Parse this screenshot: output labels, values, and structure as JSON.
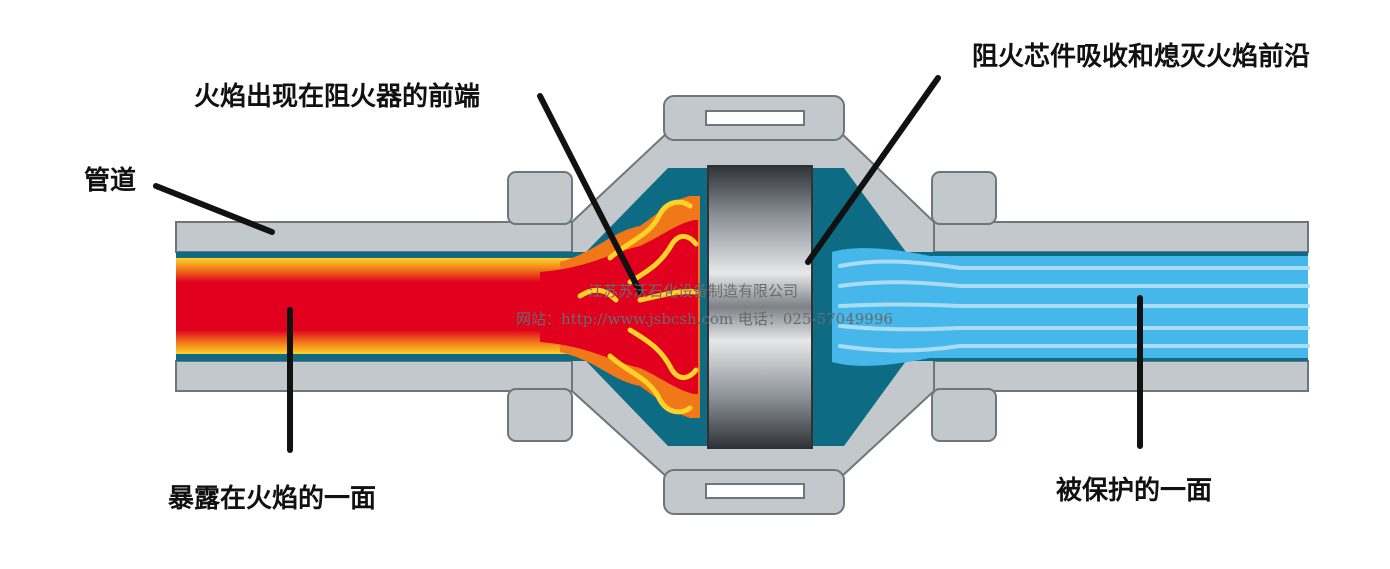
{
  "labels": {
    "pipe": "管道",
    "flame_front_arrives": "火焰出现在阻火器的前端",
    "element_absorbs": "阻火芯件吸收和熄灭火焰前沿",
    "exposed_side": "暴露在火焰的一面",
    "protected_side": "被保护的一面"
  },
  "watermark": {
    "company": "江苏苏沃石化设备制造有限公司",
    "contact": "网站：http://www.jsbcsh.com 电话：025-57049996"
  },
  "colors": {
    "metal": "#c3c8cc",
    "metal_outline": "#6f767b",
    "flame_core": "#e1001e",
    "flame_mid": "#f07818",
    "flame_edge": "#ffd22a",
    "teal_fluid": "#0d6c84",
    "protected_flow": "#45b7ea",
    "protected_flow_light": "#a9dcf5",
    "element_dark": "#3a3e42",
    "element_light": "#e2e4e6"
  }
}
